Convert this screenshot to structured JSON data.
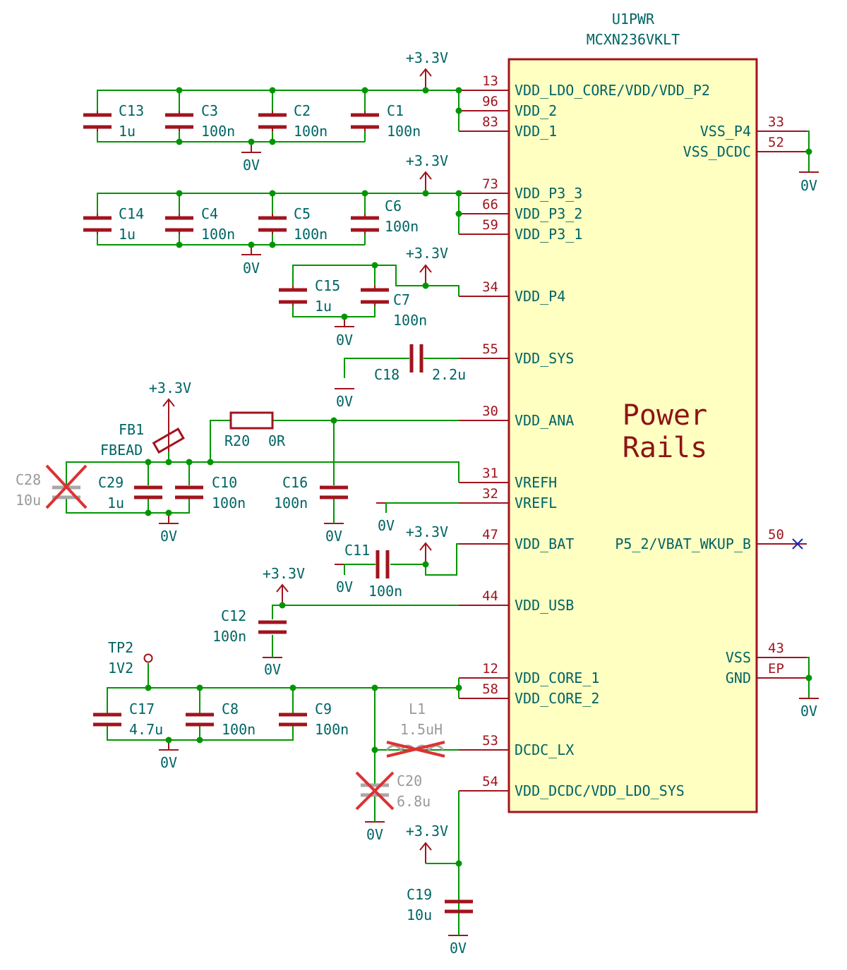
{
  "chip": {
    "ref": "U1PWR",
    "part": "MCXN236VKLT",
    "body_label_line1": "Power",
    "body_label_line2": "Rails",
    "left_pins": [
      {
        "num": "13",
        "name": "VDD_LDO_CORE/VDD/VDD_P2"
      },
      {
        "num": "96",
        "name": "VDD_2"
      },
      {
        "num": "83",
        "name": "VDD_1"
      },
      {
        "num": "73",
        "name": "VDD_P3_3"
      },
      {
        "num": "66",
        "name": "VDD_P3_2"
      },
      {
        "num": "59",
        "name": "VDD_P3_1"
      },
      {
        "num": "34",
        "name": "VDD_P4"
      },
      {
        "num": "55",
        "name": "VDD_SYS"
      },
      {
        "num": "30",
        "name": "VDD_ANA"
      },
      {
        "num": "31",
        "name": "VREFH"
      },
      {
        "num": "32",
        "name": "VREFL"
      },
      {
        "num": "47",
        "name": "VDD_BAT"
      },
      {
        "num": "44",
        "name": "VDD_USB"
      },
      {
        "num": "12",
        "name": "VDD_CORE_1"
      },
      {
        "num": "58",
        "name": "VDD_CORE_2"
      },
      {
        "num": "53",
        "name": "DCDC_LX"
      },
      {
        "num": "54",
        "name": "VDD_DCDC/VDD_LDO_SYS"
      }
    ],
    "right_pins": [
      {
        "num": "33",
        "name": "VSS_P4"
      },
      {
        "num": "52",
        "name": "VSS_DCDC"
      },
      {
        "num": "50",
        "name": "P5_2/VBAT_WKUP_B"
      },
      {
        "num": "43",
        "name": "VSS"
      },
      {
        "num": "EP",
        "name": "GND"
      }
    ]
  },
  "nets": {
    "supply": "+3.3V",
    "ground": "0V"
  },
  "components": {
    "C13": {
      "ref": "C13",
      "value": "1u"
    },
    "C3": {
      "ref": "C3",
      "value": "100n"
    },
    "C2": {
      "ref": "C2",
      "value": "100n"
    },
    "C1": {
      "ref": "C1",
      "value": "100n"
    },
    "C14": {
      "ref": "C14",
      "value": "1u"
    },
    "C4": {
      "ref": "C4",
      "value": "100n"
    },
    "C5": {
      "ref": "C5",
      "value": "100n"
    },
    "C6": {
      "ref": "C6",
      "value": "100n"
    },
    "C15": {
      "ref": "C15",
      "value": "1u"
    },
    "C7": {
      "ref": "C7",
      "value": "100n"
    },
    "C18": {
      "ref": "C18",
      "value": "2.2u"
    },
    "FB1": {
      "ref": "FB1",
      "value": "FBEAD"
    },
    "R20": {
      "ref": "R20",
      "value": "0R"
    },
    "C28": {
      "ref": "C28",
      "value": "10u"
    },
    "C29": {
      "ref": "C29",
      "value": "1u"
    },
    "C10": {
      "ref": "C10",
      "value": "100n"
    },
    "C16": {
      "ref": "C16",
      "value": "100n"
    },
    "C11": {
      "ref": "C11",
      "value": "100n"
    },
    "C12": {
      "ref": "C12",
      "value": "100n"
    },
    "TP2": {
      "ref": "TP2",
      "value": "1V2"
    },
    "C17": {
      "ref": "C17",
      "value": "4.7u"
    },
    "C8": {
      "ref": "C8",
      "value": "100n"
    },
    "C9": {
      "ref": "C9",
      "value": "100n"
    },
    "L1": {
      "ref": "L1",
      "value": "1.5uH"
    },
    "C20": {
      "ref": "C20",
      "value": "6.8u"
    },
    "C19": {
      "ref": "C19",
      "value": "10u"
    }
  }
}
